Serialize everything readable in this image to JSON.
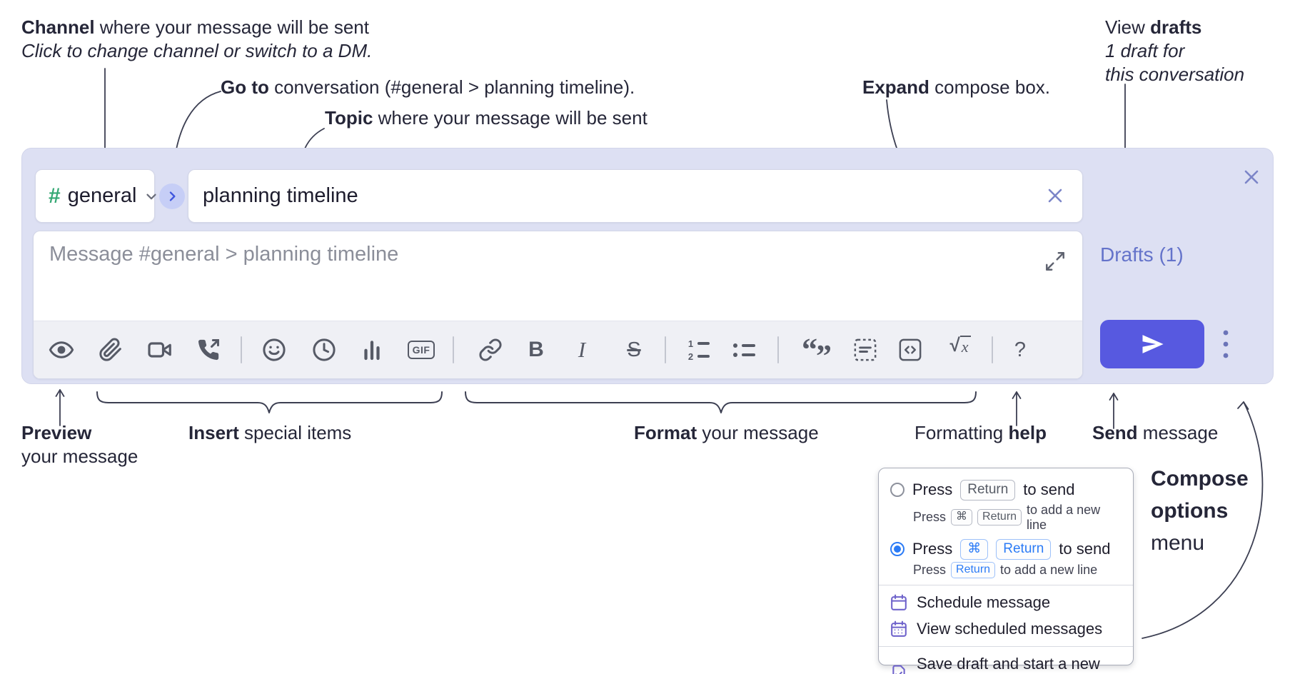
{
  "annotations": {
    "channel": {
      "bold": "Channel",
      "rest": " where your message will be sent",
      "sub": "Click to change channel or switch to a DM."
    },
    "goto": {
      "bold": "Go to",
      "rest": " conversation (#general > planning timeline)."
    },
    "topic": {
      "bold": "Topic",
      "rest": " where your message will be sent"
    },
    "expand": {
      "bold": "Expand",
      "rest": " compose box."
    },
    "drafts": {
      "pre": "View ",
      "bold": "drafts",
      "line2": "1 draft for",
      "line3": "this conversation"
    },
    "preview": {
      "bold": "Preview",
      "line2": "your message"
    },
    "insert": {
      "bold": "Insert",
      "rest": " special items"
    },
    "format": {
      "bold": "Format",
      "rest": " your message"
    },
    "help": {
      "pre": "Formatting ",
      "bold": "help"
    },
    "send": {
      "bold": "Send",
      "rest": " message"
    },
    "compose_options": {
      "line1": "Compose",
      "line2": "options",
      "line3": "menu"
    }
  },
  "composer": {
    "channel_hash": "#",
    "channel_name": "general",
    "topic_value": "planning timeline",
    "message_placeholder": "Message #general > planning timeline",
    "drafts_label": "Drafts (1)",
    "toolbar": {
      "gif": "GIF",
      "bold": "B",
      "italic": "I",
      "strike": "S",
      "ol_1": "1",
      "ol_2": "2",
      "quote_open": "“",
      "quote_close": "”",
      "sqrt": "√",
      "sqrt_x": "x",
      "help": "?"
    }
  },
  "popup": {
    "opt1": {
      "t1": "Press",
      "k1": "Return",
      "t2": "to send"
    },
    "opt1_sub": {
      "t1": "Press",
      "k1": "⌘",
      "k2": "Return",
      "t2": "to add a new line"
    },
    "opt2": {
      "t1": "Press",
      "k1": "⌘",
      "k2": "Return",
      "t2": "to send"
    },
    "opt2_sub": {
      "t1": "Press",
      "k1": "Return",
      "t2": "to add a new line"
    },
    "schedule": "Schedule message",
    "view_scheduled": "View scheduled messages",
    "save_draft": "Save draft and start a new message"
  },
  "colors": {
    "container_bg": "#dde0f3",
    "send_button": "#5759e0",
    "drafts_link": "#6473ca",
    "channel_hash_green": "#35a874",
    "selected_blue": "#2b7bf6",
    "popup_icon_purple": "#6f63cb"
  }
}
